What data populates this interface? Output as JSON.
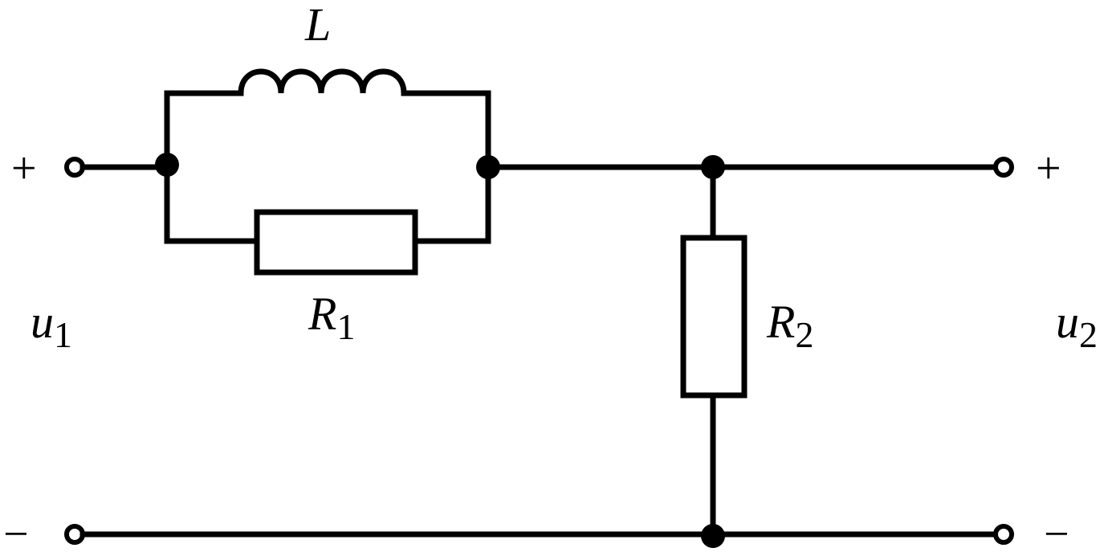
{
  "labels": {
    "inductor": "L",
    "r1_main": "R",
    "r1_sub": "1",
    "r2_main": "R",
    "r2_sub": "2",
    "u1_main": "u",
    "u1_sub": "1",
    "u2_main": "u",
    "u2_sub": "2"
  },
  "polarity": {
    "in_plus": "+",
    "in_minus": "−",
    "out_plus": "+",
    "out_minus": "−"
  },
  "colors": {
    "ink": "#000000",
    "background": "#ffffff"
  }
}
